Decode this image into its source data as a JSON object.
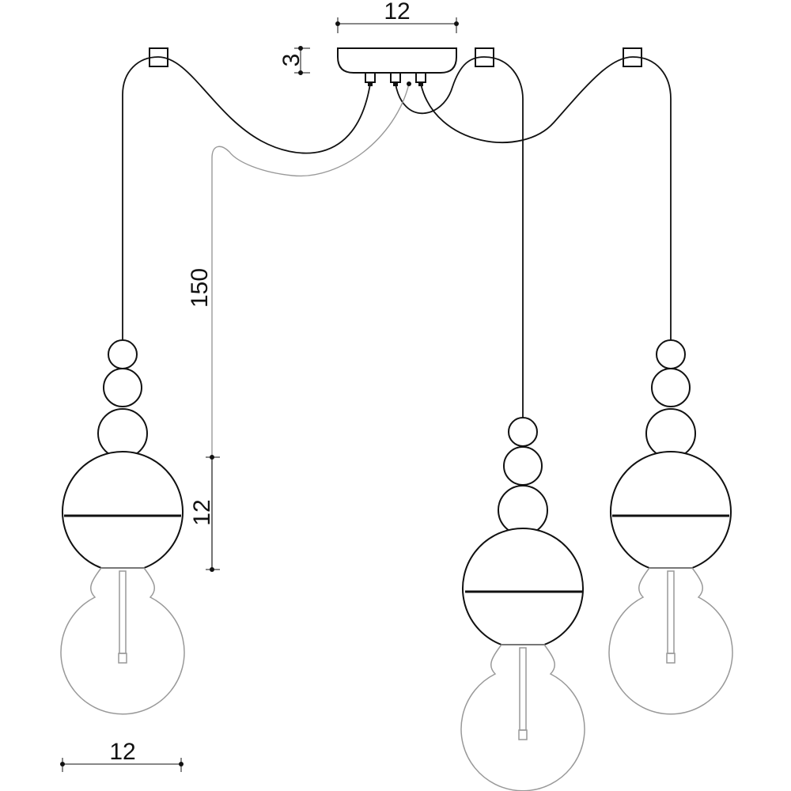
{
  "dimensions": {
    "canopy_width": "12",
    "canopy_height": "3",
    "cable_length": "150",
    "shade_height": "12",
    "shade_width": "12"
  },
  "colors": {
    "stroke": "#111111",
    "light_stroke": "#888888",
    "background": "#ffffff"
  }
}
